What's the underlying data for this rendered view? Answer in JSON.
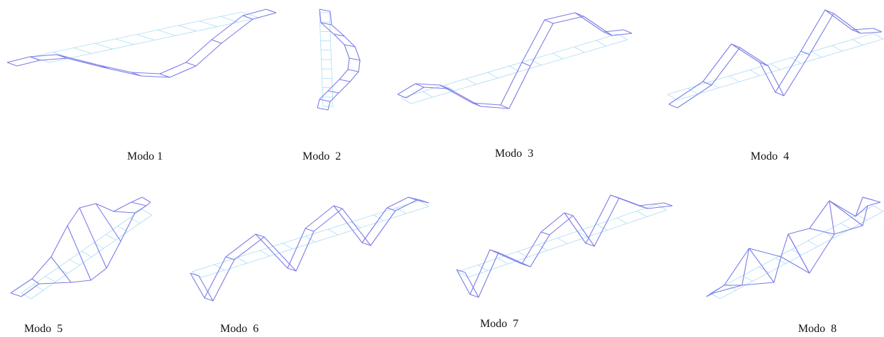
{
  "colors": {
    "reference_mesh": "#aadcf5",
    "mode_shape": "#7b7be8",
    "label_text": "#111111",
    "background": "#ffffff"
  },
  "modes": [
    {
      "id": "m1",
      "label": "Modo 1"
    },
    {
      "id": "m2",
      "label": "Modo  2"
    },
    {
      "id": "m3",
      "label": "Modo  3"
    },
    {
      "id": "m4",
      "label": "Modo  4"
    },
    {
      "id": "m5",
      "label": "Modo  5"
    },
    {
      "id": "m6",
      "label": "Modo  6"
    },
    {
      "id": "m7",
      "label": "Modo  7"
    },
    {
      "id": "m8",
      "label": "Modo  8"
    }
  ]
}
